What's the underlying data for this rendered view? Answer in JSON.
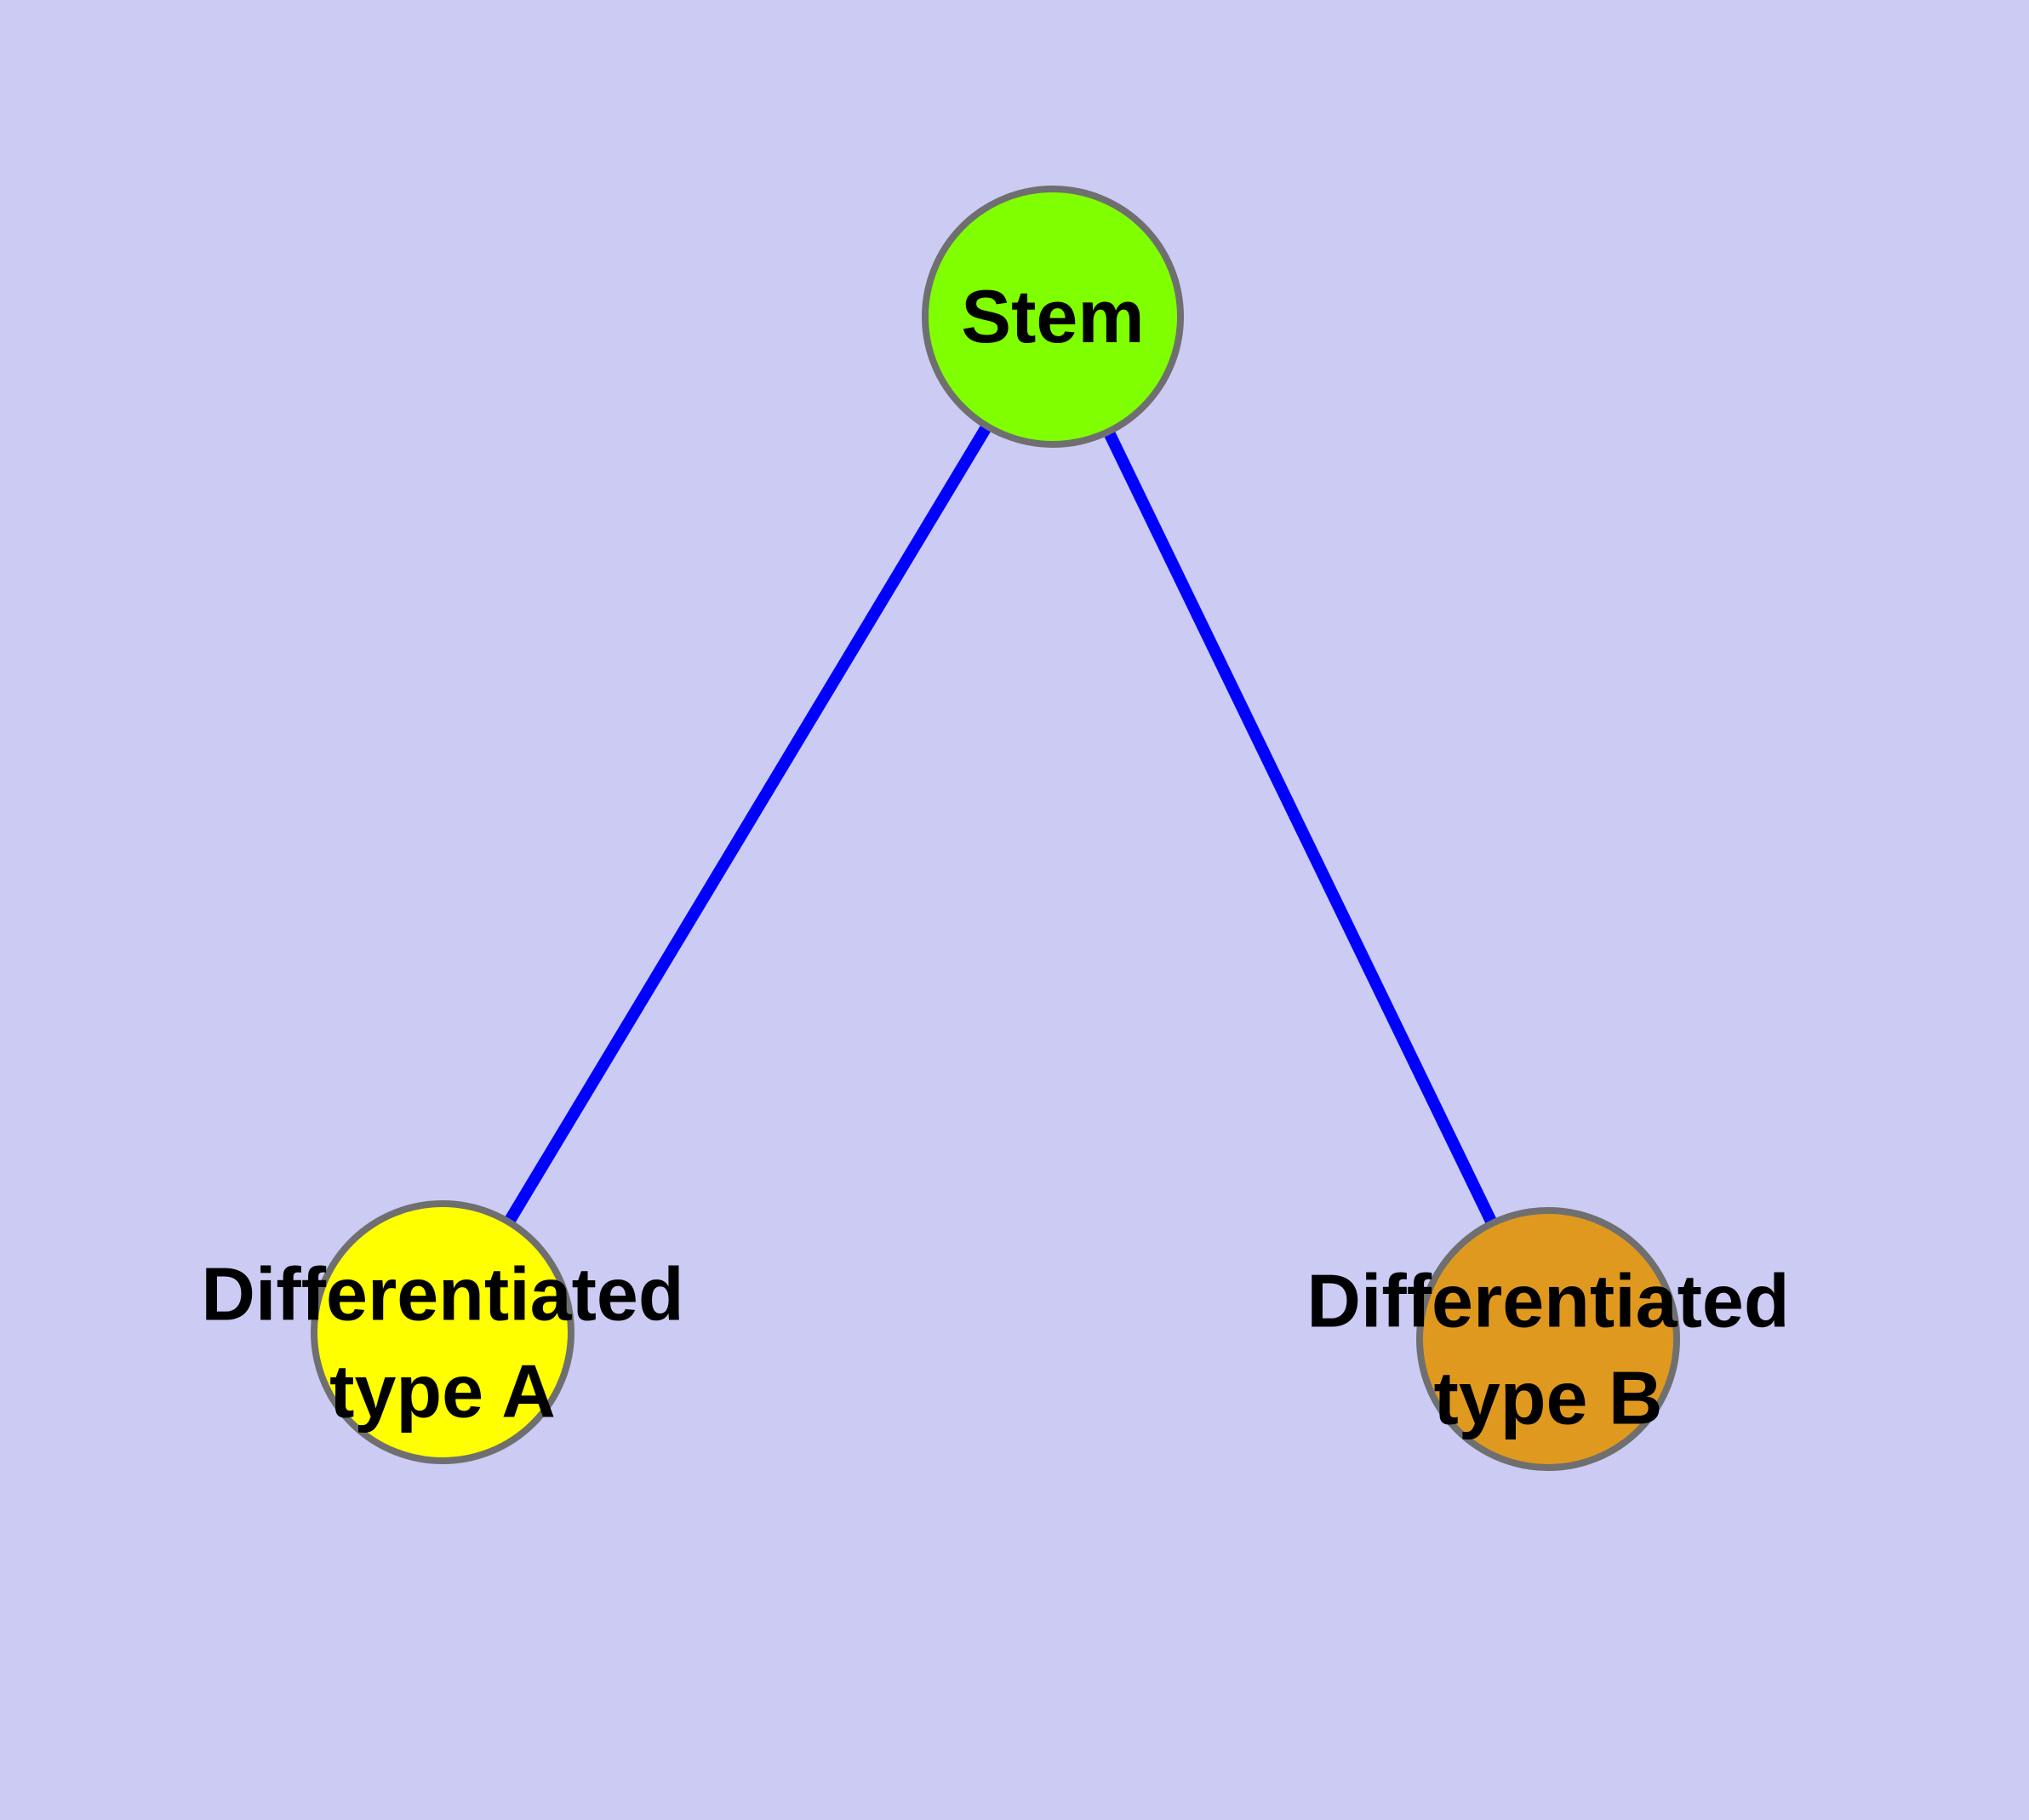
{
  "diagram": {
    "background_color": "#CBCBF4",
    "edge_color": "#0000FF",
    "node_border_color": "#6F6F6F",
    "text_color": "#000000",
    "nodes": {
      "stem": {
        "label": "Stem",
        "fill": "#7FFF00"
      },
      "type_a": {
        "label_line1": "Differentiated",
        "label_line2": "type A",
        "fill": "#FFFF00"
      },
      "type_b": {
        "label_line1": "Differentiated",
        "label_line2": "type B",
        "fill": "#E0991F"
      }
    },
    "edges": [
      {
        "from": "Stem",
        "to": "Differentiated type A"
      },
      {
        "from": "Stem",
        "to": "Differentiated type B"
      }
    ]
  }
}
